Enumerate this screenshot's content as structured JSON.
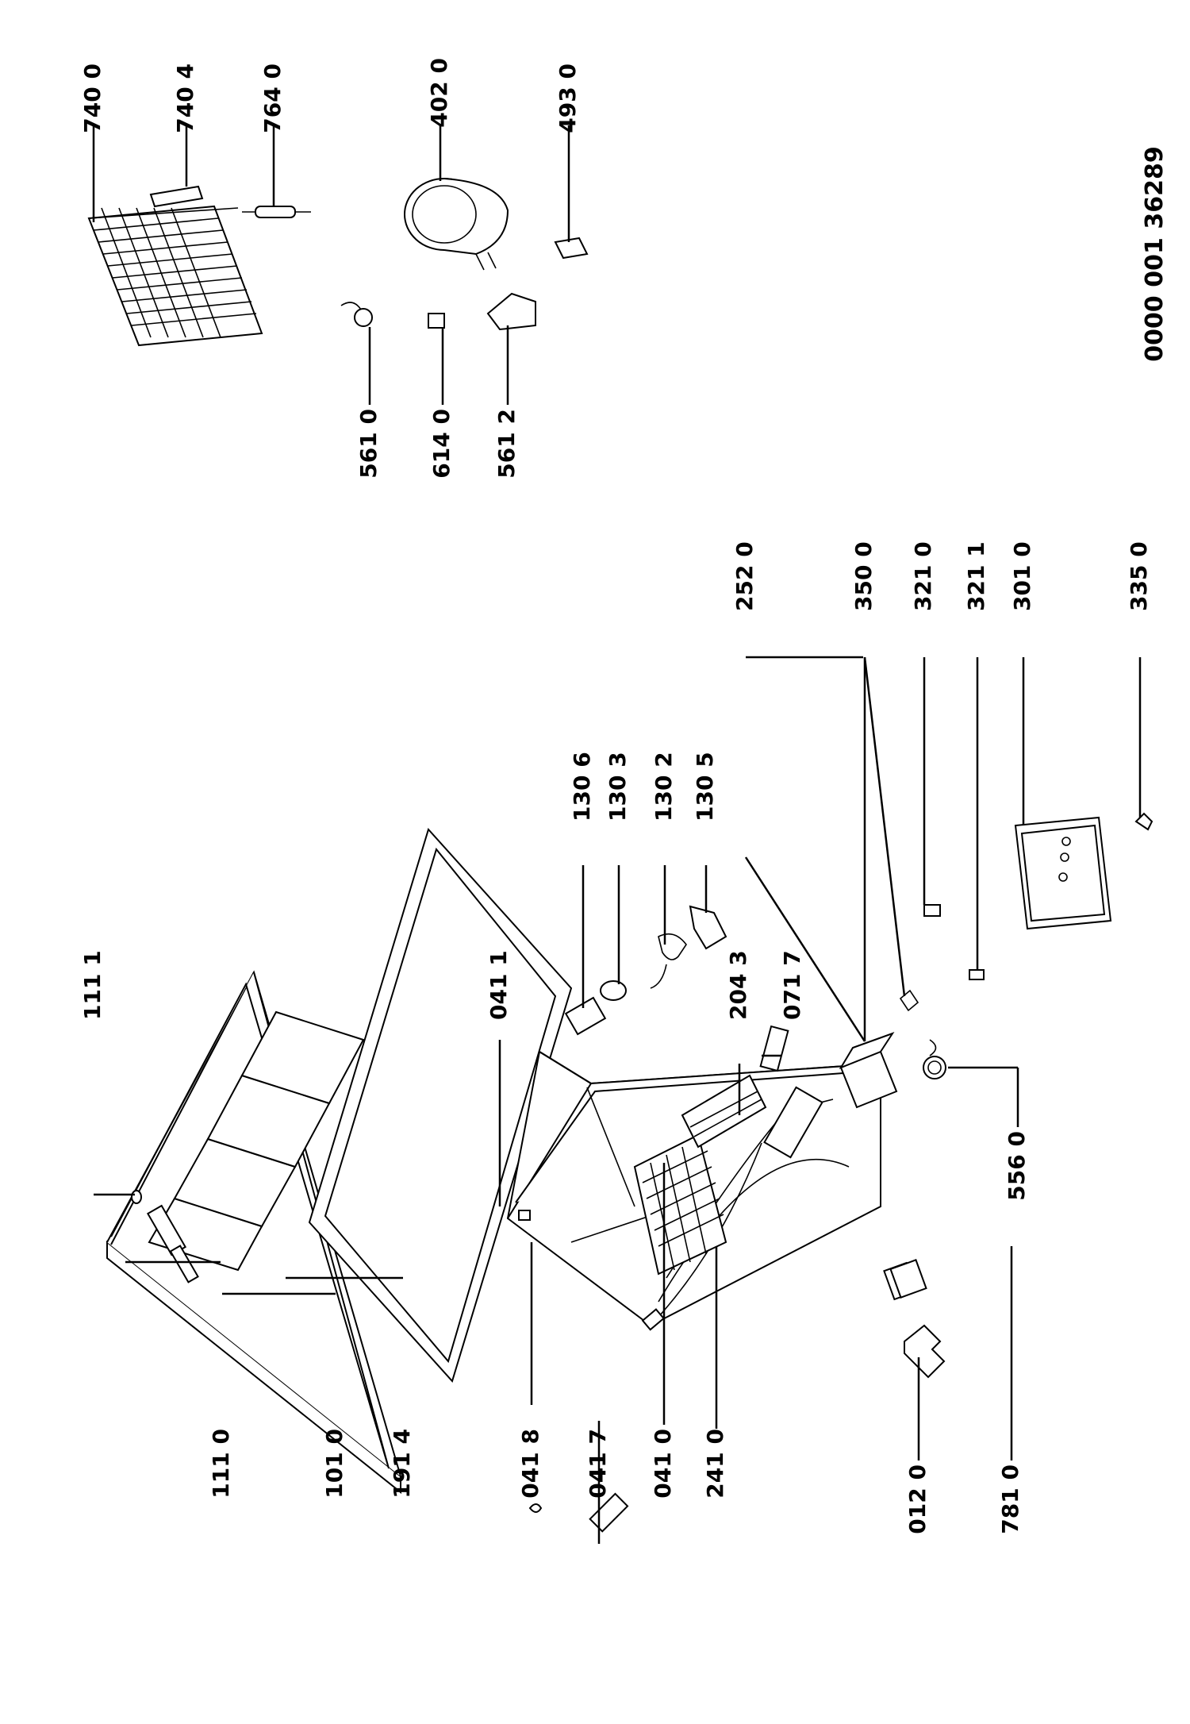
{
  "document_number": "0000 001 36289",
  "callouts": [
    {
      "id": "111-1",
      "label": "111 1"
    },
    {
      "id": "041-1",
      "label": "041 1"
    },
    {
      "id": "204-3",
      "label": "204 3"
    },
    {
      "id": "071-7",
      "label": "071 7"
    },
    {
      "id": "130-6",
      "label": "130 6"
    },
    {
      "id": "130-3",
      "label": "130 3"
    },
    {
      "id": "130-2",
      "label": "130 2"
    },
    {
      "id": "130-5",
      "label": "130 5"
    },
    {
      "id": "252-0",
      "label": "252 0"
    },
    {
      "id": "350-0",
      "label": "350 0"
    },
    {
      "id": "321-0",
      "label": "321 0"
    },
    {
      "id": "321-1",
      "label": "321 1"
    },
    {
      "id": "301-0",
      "label": "301 0"
    },
    {
      "id": "335-0",
      "label": "335 0"
    },
    {
      "id": "556-0",
      "label": "556 0"
    },
    {
      "id": "111-0",
      "label": "111 0"
    },
    {
      "id": "101-0",
      "label": "101 0"
    },
    {
      "id": "191-4",
      "label": "191 4"
    },
    {
      "id": "041-8",
      "label": "041 8"
    },
    {
      "id": "041-7",
      "label": "041 7"
    },
    {
      "id": "041-0",
      "label": "041 0"
    },
    {
      "id": "241-0",
      "label": "241 0"
    },
    {
      "id": "012-0",
      "label": "012 0"
    },
    {
      "id": "781-0",
      "label": "781 0"
    },
    {
      "id": "740-0",
      "label": "740 0"
    },
    {
      "id": "740-4",
      "label": "740 4"
    },
    {
      "id": "764-0",
      "label": "764 0"
    },
    {
      "id": "402-0",
      "label": "402 0"
    },
    {
      "id": "493-0",
      "label": "493 0"
    },
    {
      "id": "561-0",
      "label": "561 0"
    },
    {
      "id": "614-0",
      "label": "614 0"
    },
    {
      "id": "561-2",
      "label": "561 2"
    }
  ]
}
